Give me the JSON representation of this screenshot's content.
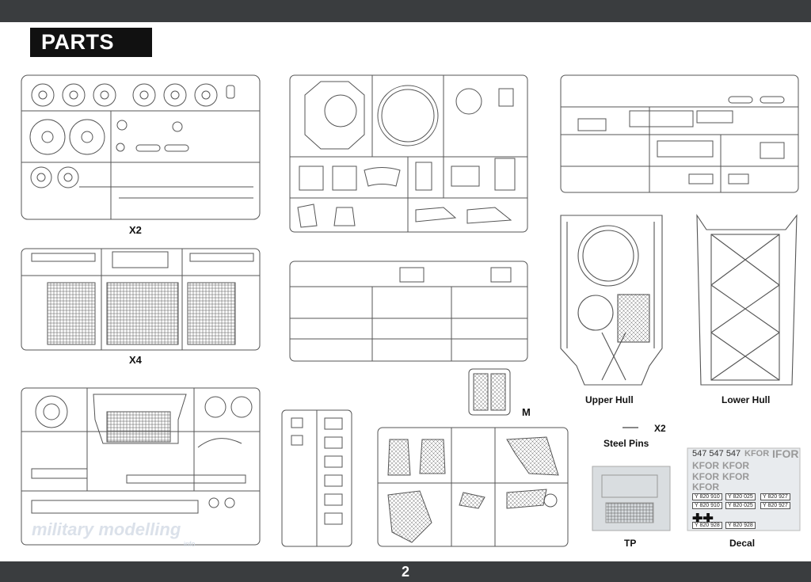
{
  "page": {
    "title": "PARTS",
    "page_number": "2"
  },
  "sprues": {
    "top_left_qty": "X2",
    "mid_left_qty": "X4",
    "m_label": "M",
    "upper_hull": "Upper Hull",
    "lower_hull": "Lower Hull",
    "steel_pins_qty": "X2",
    "steel_pins": "Steel Pins",
    "tp": "TP",
    "decal": "Decal"
  },
  "decal_sheet": {
    "numbers_top": "547 547 547",
    "kfor": "KFOR",
    "ifor": "IFOR",
    "plates": [
      "Y 820 910",
      "Y 820 025",
      "Y 820 927",
      "Y 820 928"
    ]
  },
  "watermark": {
    "text": "military modelling",
    "sub": "info"
  },
  "colors": {
    "bar": "#3a3d3f",
    "line": "#555555",
    "decal_bg": "#e8ebee"
  }
}
